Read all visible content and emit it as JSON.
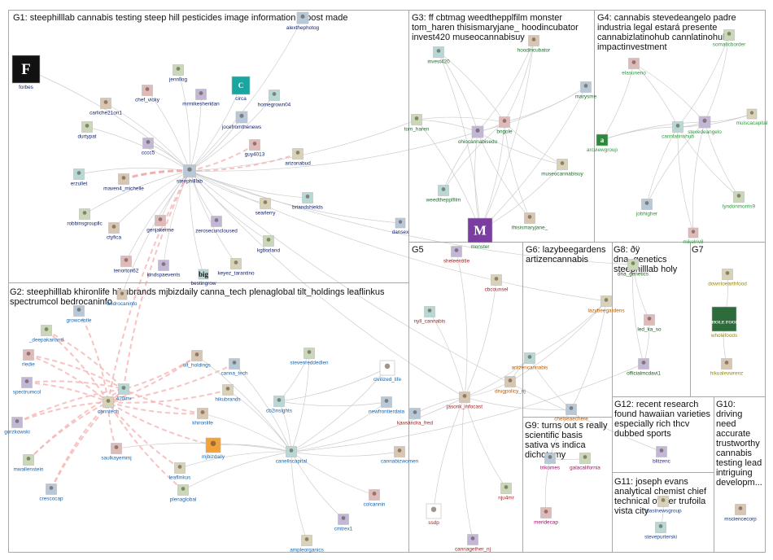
{
  "groups": [
    {
      "id": "G1",
      "lines": [
        "G1: steephilllab cannabis testing steep hill pesticides image information repost made"
      ]
    },
    {
      "id": "G2",
      "lines": [
        "G2: steephilllab khironlife hikubrands mjbizdaily canna_tech plenaglobal tilt_holdings leaflinkus",
        "spectrumcol bedrocaninfo"
      ]
    },
    {
      "id": "G3",
      "lines": [
        "G3: ff cbtmag weedthepplfilm monster",
        "tom_haren thisismaryjane_ hoodincubator",
        "invest420 museocannabisuy"
      ]
    },
    {
      "id": "G4",
      "lines": [
        "G4: cannabis stevedeangelo padre",
        "industria legal estará presente",
        "cannabizlatinohub cannlatinohub",
        "impactinvestment"
      ]
    },
    {
      "id": "G5",
      "lines": [
        "G5"
      ]
    },
    {
      "id": "G6",
      "lines": [
        "G6: lazybeegardens",
        "artizencannabis"
      ]
    },
    {
      "id": "G7",
      "lines": [
        "G7"
      ]
    },
    {
      "id": "G8",
      "lines": [
        "G8: ðÿ",
        "dna_genetics",
        "steephilllab holy"
      ]
    },
    {
      "id": "G9",
      "lines": [
        "G9: turns out s really",
        "scientific basis",
        "sativa vs indica",
        "dichotomy"
      ]
    },
    {
      "id": "G10",
      "lines": [
        "G10:",
        "driving",
        "need",
        "accurate",
        "trustworthy",
        "cannabis",
        "testing lead",
        "intriguing",
        "developm..."
      ]
    },
    {
      "id": "G11",
      "lines": [
        "G11: joseph evans",
        "analytical chemist chief",
        "technical officer trufoila",
        "vista city"
      ]
    },
    {
      "id": "G12",
      "lines": [
        "G12: recent research",
        "found hawaiian varieties",
        "especially rich thcv",
        "dubbed sports"
      ]
    }
  ],
  "nodes": {
    "forbes": "forbes",
    "alexthephotog": "alexthephotog",
    "jennllog": "jennllog",
    "chef_vicky": "chef_vicky",
    "mrmikesheridan": "mrmikesheridan",
    "circa": "circa",
    "homegrown04": "homegrown04",
    "carliche21on1": "carliche21on1",
    "jocefromthenews": "jocefromthenews",
    "durtypat": "durtypat",
    "guy4013": "guy4013",
    "cccc5": "cccc5",
    "arizonabud": "arizonabud",
    "erzullet": "erzullet",
    "maven4_michelle": "maven4_michelle",
    "steephilllab": "steephilllab",
    "robbinsgroupllc": "robbinsgroupllc",
    "genjakerme": "genjakerme",
    "zerosecuncloused": "zerosecuncloused",
    "searlerry": "searlerry",
    "briandshields": "briandshields",
    "ctyfica": "ctyfica",
    "dansex": "dansex",
    "kgborland": "kgborland",
    "tenorton62": "tenorton62",
    "kindspaevents": "kindspaevents",
    "keyez_tarantino": "keyez_tarantino",
    "bestingrow": "bestingrow",
    "bedrocaninfo": "bedrocaninfo",
    "growcentle": "growcentle",
    "_deepakanand": "_deepakanand",
    "rledie": "rledie",
    "spectrumcol": "spectrumcol",
    "canntech": "canntech",
    "420inv": "420inv",
    "tilt_holdings": "tilt_holdings",
    "canna_tech": "canna_tech",
    "stevenreddedlen": "stevenreddedlen",
    "civilized_life": "civilized_life",
    "gorzkowski": "gorzkowski",
    "hikubrands": "hikubrands",
    "cb2insights": "cb2insights",
    "khironlife": "khironlife",
    "newfrontierdata": "newfrontierdata",
    "mwallenstein": "mwallenstein",
    "saulkayemmj": "saulkayemmj",
    "mjbizdaily": "mjbizdaily",
    "leaflinkus": "leaflinkus",
    "canellscapital": "canellscapital",
    "cannabizwomen": "cannabizwomen",
    "crescocap": "crescocap",
    "plenaglobal": "plenaglobal",
    "colcannin": "colcannin",
    "cmtrex1": "cmtrex1",
    "ampleorganics": "ampleorganics",
    "invest420": "invest420",
    "hoodincubator": "hoodincubator",
    "marysme": "marysme",
    "tom_haren": "tom_haren",
    "bngole": "bngole",
    "ohiocannabisedu": "ohiocannabisedu",
    "museocannabisuy": "museocannabisuy",
    "weedthepplfilm": "weedthepplfilm",
    "thisismaryjane_": "thisismaryjane_",
    "monster": "monster",
    "somaticborder": "somaticborder",
    "elasuneno": "elasuneno",
    "stevedeangelo": "stevedeangelo",
    "muiscacapital": "muiscacapital",
    "cannlatinohub": "cannlatinohub",
    "arcviewgroup": "arcviewgroup",
    "jobhigher": "jobhigher",
    "lyndonmorris9": "lyndonmorris9",
    "mikelriv8": "mikelriv8",
    "sheleentitle": "sheleentitle",
    "cbcounsel": "cbcounsel",
    "nyll_cannabis": "nyll_cannabis",
    "jasonk_infocast": "jasonk_infocast",
    "kassandra_fred": "kassandra_fred",
    "nju4mr": "nju4mr",
    "ssdp": "ssdp",
    "cannagether_nj": "cannagether_nj",
    "lazybeegardens": "lazybeegardens",
    "artizencannabis": "artizencannabis",
    "drugpolicy_nj": "drugpolicy_nj",
    "chelseaechere": "chelseaechere",
    "dna_genetics": "dna_genetics",
    "led_ka_so": "led_ka_so",
    "officialmcdavi1": "officialmcdavi1",
    "downtoearthfood": "downtoearthfood",
    "wholefoods": "wholefoods",
    "hikualevwrenz": "hikualevwrenz",
    "trikomes": "trikomes",
    "galacalifornia": "galacalifornia",
    "meridecap": "meridecap",
    "blitzenc": "blitzenc",
    "toastnewsgroup": "toastnewsgroup",
    "stevepurterski": "stevepurterski",
    "msciencecorp": "msciencecorp"
  },
  "icons": {
    "forbes": "F",
    "circa": "C",
    "monster": "M",
    "bestingrow": "big",
    "wholefoods": "WHOLE FOODS",
    "arcviewgroup": "a"
  },
  "colors": {
    "G1": "#0b1f6e",
    "G2": "#1565b0",
    "G3": "#1d6b2e",
    "G4": "#2a9a3a",
    "G5": "#9b1d1d",
    "G6": "#b85a00",
    "G7": "#9a8a00",
    "G8": "#1a5a1a",
    "G9": "#a0106a",
    "G10": "#0d2a5c",
    "G11": "#1d3d8c",
    "G12": "#2b1d80"
  }
}
